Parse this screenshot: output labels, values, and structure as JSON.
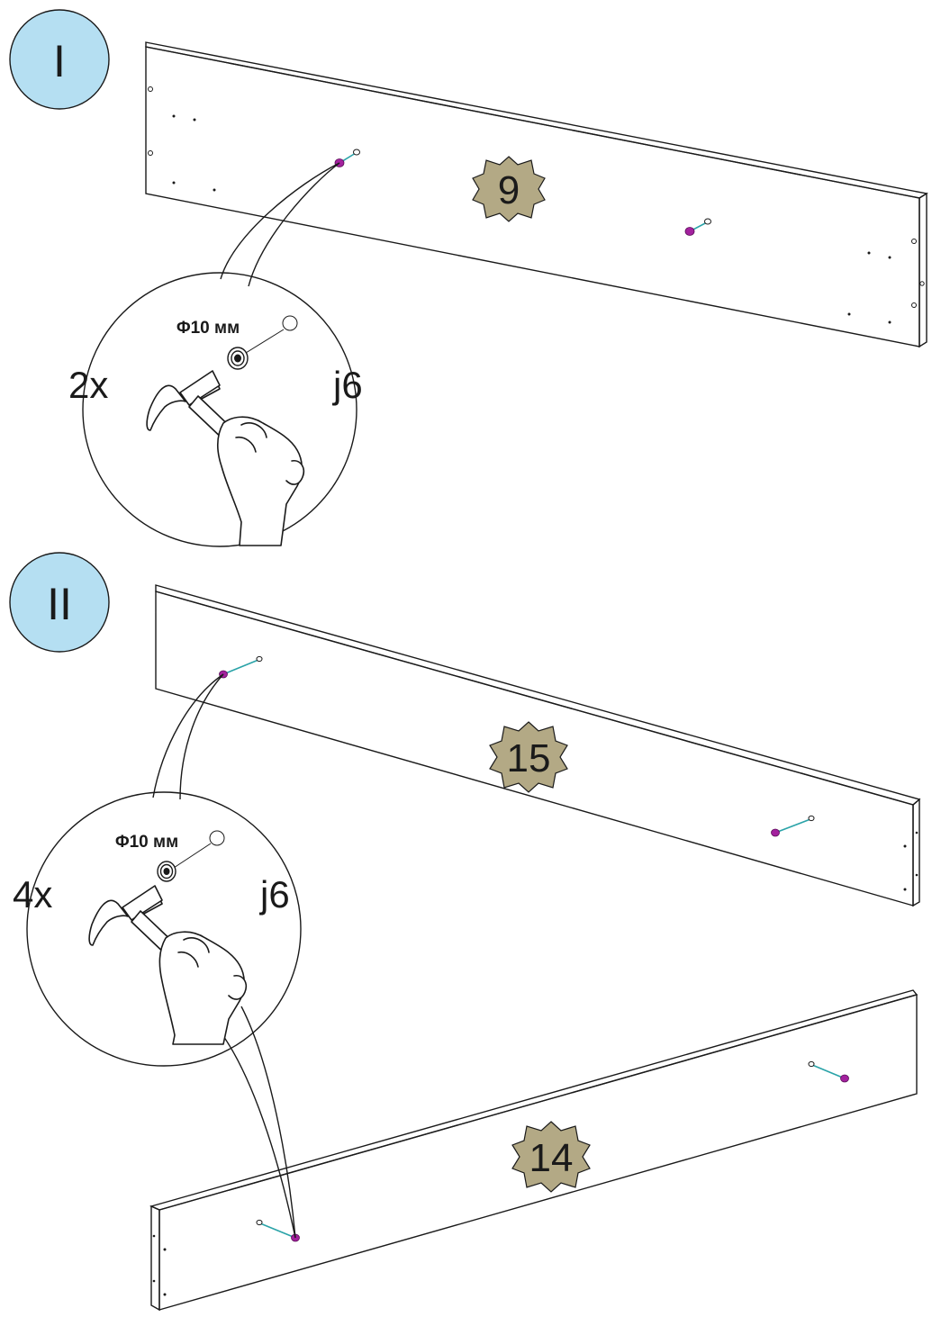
{
  "colors": {
    "step_circle": "#b5dff2",
    "part_badge": "#b3a985",
    "dowel": "#a3219e",
    "guide_line": "#2aa3a8"
  },
  "steps": [
    {
      "number": "I",
      "panel_label": "9",
      "quantity": "2x",
      "part_code": "j6",
      "diameter": "Φ10 мм"
    },
    {
      "number": "II",
      "quantity": "4x",
      "part_code": "j6",
      "diameter": "Φ10 мм",
      "panels": [
        "15",
        "14"
      ]
    }
  ],
  "icons": {
    "hammer": "hammer-icon",
    "dowel": "dowel-icon"
  }
}
